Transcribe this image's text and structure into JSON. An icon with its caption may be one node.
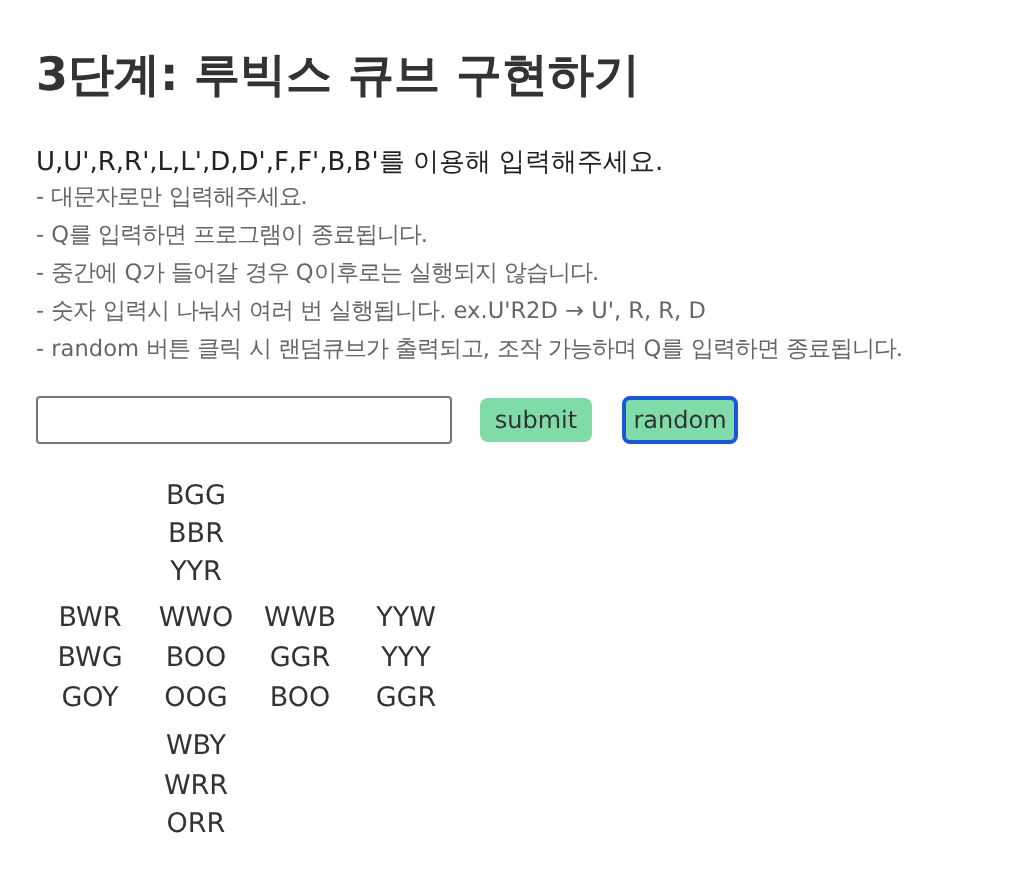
{
  "diagram": {
    "title": "3단계: 루빅스 큐브 구현하기",
    "labels": [
      "U,U',R,R',L,L',D,D',F,F',B,B'를 이용해 입력해주세요.",
      "- 대문자로만 입력해주세요.",
      "- Q를 입력하면 프로그램이 종료됩니다.",
      "- 중간에 Q가 들어갈 경우 Q이후로는 실행되지 않습니다.",
      "- 숫자 입력시 나눠서 여러 번 실행됩니다. ex.U'R2D → U', R, R, D",
      "- random 버튼 클릭 시 랜덤큐브가 출력되고, 조작 가능하며 Q를 입력하면 종료됩니다.",
      "submit",
      "random",
      "BGG",
      "BBR",
      "YYR",
      "BWR",
      "WWO",
      "WWB",
      "YYW",
      "BWG",
      "BOO",
      "GGR",
      "YYY",
      "GOY",
      "OOG",
      "BOO",
      "GGR",
      "WBY",
      "WRR",
      "ORR"
    ]
  }
}
